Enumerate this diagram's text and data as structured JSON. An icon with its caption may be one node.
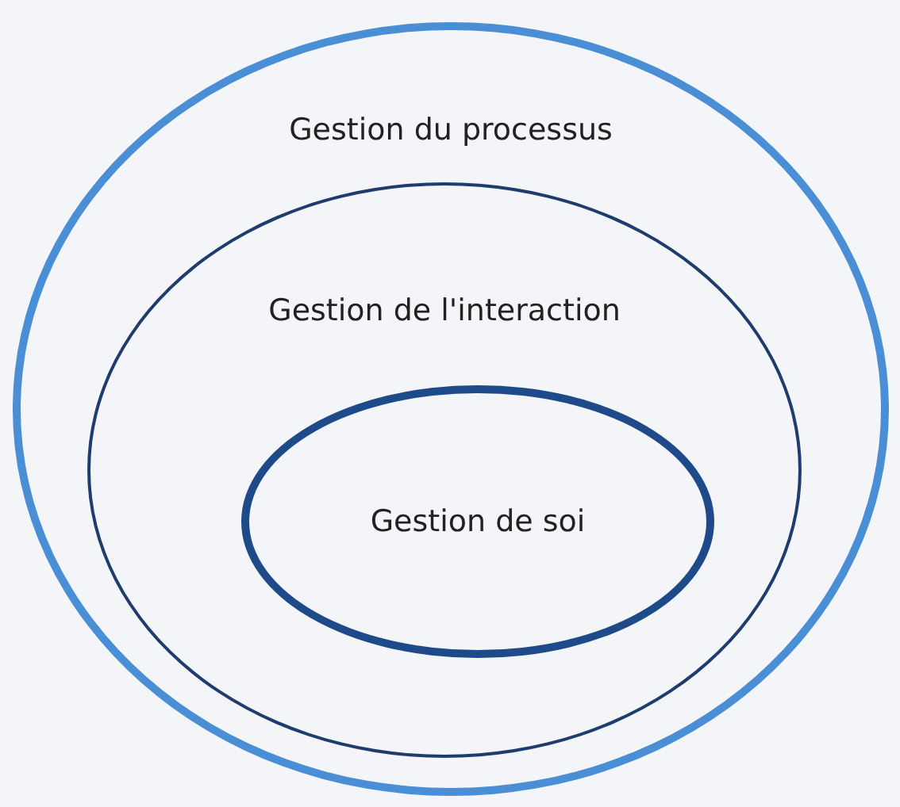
{
  "diagram": {
    "nodes": [
      {
        "text": [
          "Gestion du processus"
        ]
      },
      {
        "text": [
          "Gestion de l'interaction"
        ],
        "in": 0
      },
      {
        "text": [
          "Gestion de soi"
        ],
        "in": 1
      }
    ]
  }
}
